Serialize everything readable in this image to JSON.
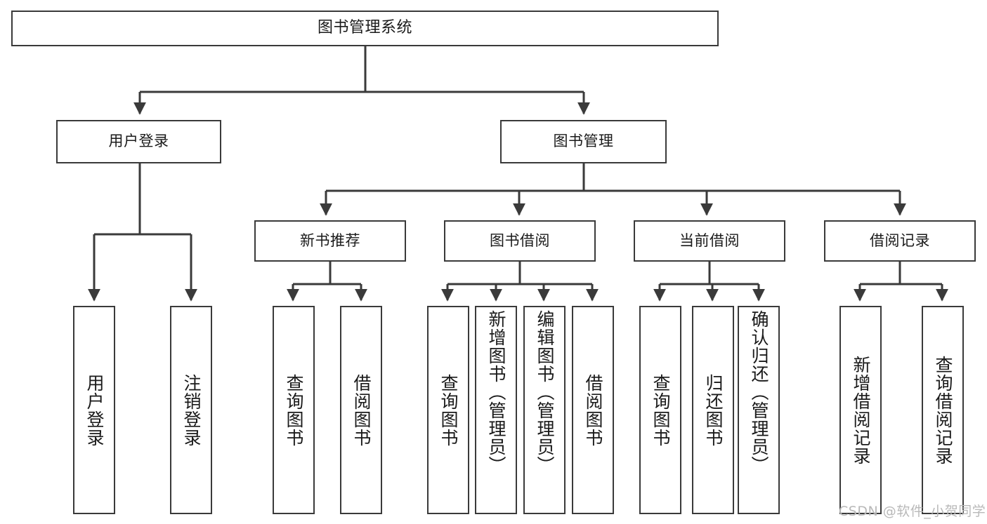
{
  "diagram": {
    "title": "图书管理系统",
    "type": "tree",
    "watermark": "CSDN @软件_小贺同学",
    "line_color": "#3a3a3a",
    "box_fill": "#ffffff",
    "text_color": "#1a1a1a",
    "levels": {
      "root": {
        "label": "图书管理系统"
      },
      "level2": [
        {
          "label": "用户登录"
        },
        {
          "label": "图书管理"
        }
      ],
      "level3": [
        {
          "label": "新书推荐"
        },
        {
          "label": "图书借阅"
        },
        {
          "label": "当前借阅"
        },
        {
          "label": "借阅记录"
        }
      ],
      "leaves": {
        "user_login": [
          {
            "label": "用户登录"
          },
          {
            "label": "注销登录"
          }
        ],
        "new_book": [
          {
            "label": "查询图书"
          },
          {
            "label": "借阅图书"
          }
        ],
        "book_borrow": [
          {
            "label": "查询图书"
          },
          {
            "label": "新增图书（管理员）"
          },
          {
            "label": "编辑图书（管理员）"
          },
          {
            "label": "借阅图书"
          }
        ],
        "current_borrow": [
          {
            "label": "查询图书"
          },
          {
            "label": "归还图书"
          },
          {
            "label": "确认归还（管理员）"
          }
        ],
        "borrow_record": [
          {
            "label": "新增借阅记录"
          },
          {
            "label": "查询借阅记录"
          }
        ]
      }
    }
  }
}
